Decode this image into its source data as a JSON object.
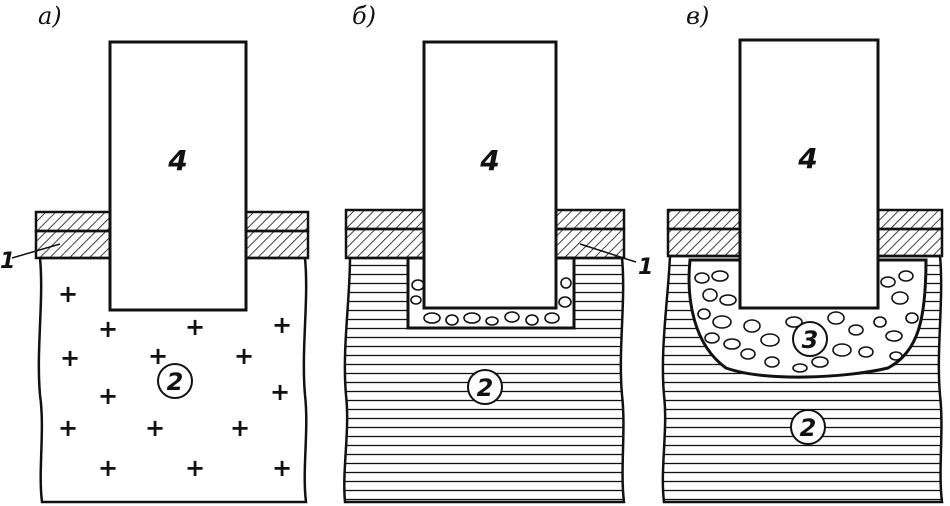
{
  "panels": [
    {
      "label": "а)",
      "block_label": "4",
      "layer_label": "1",
      "foundation_label": "2"
    },
    {
      "label": "б)",
      "block_label": "4",
      "layer_label": "1",
      "foundation_label": "2"
    },
    {
      "label": "в)",
      "block_label": "4",
      "fill_label": "3",
      "foundation_label": "2"
    }
  ],
  "colors": {
    "line": "#111111",
    "background": "#ffffff"
  }
}
